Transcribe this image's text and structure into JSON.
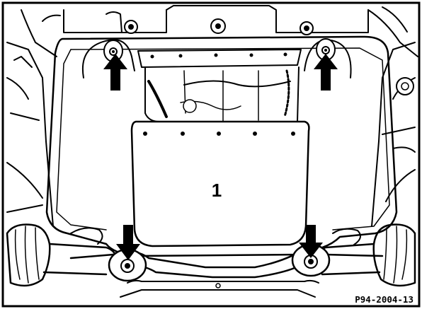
{
  "figure": {
    "callout_label": "1",
    "figure_code": "P94-2004-13",
    "arrow_count_up": 2,
    "arrow_count_down": 2,
    "colors": {
      "ink": "#000000",
      "paper": "#ffffff"
    }
  }
}
